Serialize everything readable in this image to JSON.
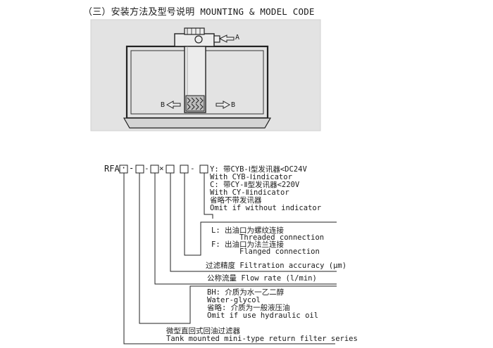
{
  "heading": {
    "zh": "（三）安装方法及型号说明",
    "en": "MOUNTING & MODEL CODE"
  },
  "mounting": {
    "label_a": "A",
    "label_b_left": "B",
    "label_b_right": "B"
  },
  "model_code": {
    "prefix": "RFA",
    "sep1": "·",
    "dash1": "-",
    "times": "×",
    "dash2": "-",
    "indicator": {
      "y_line": "Y: 带CYB-Ⅰ型发讯器<DC24V",
      "y_en": "With CYB-Ⅰindicator",
      "c_line": "C: 带CY-Ⅱ型发讯器<220V",
      "c_en": "With CY-Ⅱindicator",
      "omit_zh": "省略不带发讯器",
      "omit_en": "Omit if without indicator"
    },
    "connection": {
      "l_line": "L: 出油口为螺纹连接",
      "l_en": "Threaded connection",
      "f_line": "F: 出油口为法兰连接",
      "f_en": "Flanged connection"
    },
    "accuracy": "过滤精度 Filtration accuracy (μm)",
    "flow": "公称流量 Flow rate (l/min)",
    "medium": {
      "bh_line": "BH: 介质为水一乙二醇",
      "bh_en": "Water-glycol",
      "omit_zh": "省略: 介质为一般液压油",
      "omit_en": "Omit if use hydraulic oil"
    },
    "series": {
      "zh": "微型直回式回油过滤器",
      "en": "Tank mounted mini-type return filter series"
    }
  }
}
